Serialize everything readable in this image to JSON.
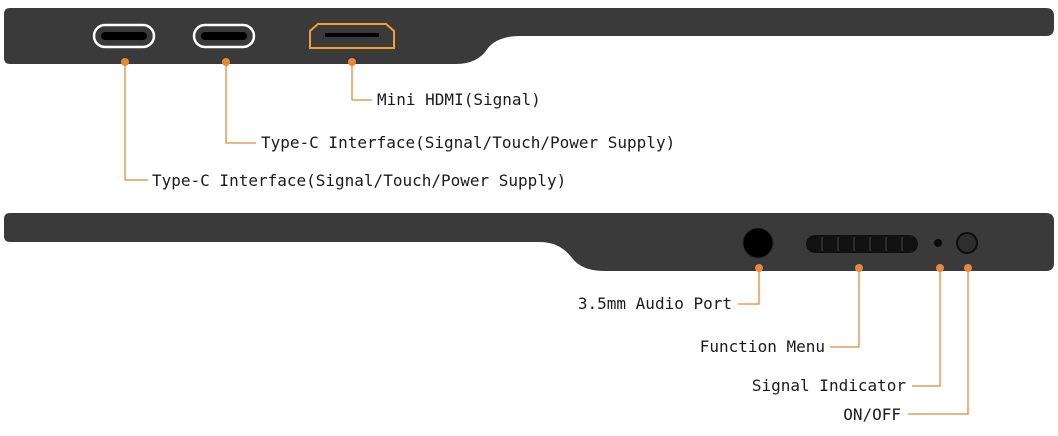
{
  "colors": {
    "device_body": "#3a3a3a",
    "port_outline": "#ffffff",
    "hdmi_outline": "#f0a030",
    "callout_line": "#e8883a",
    "callout_dot": "#e8883a",
    "text": "#1a1a1a"
  },
  "top_panel": {
    "labels": {
      "hdmi": "Mini HDMI(Signal)",
      "typec_2": "Type-C Interface(Signal/Touch/Power Supply)",
      "typec_1": "Type-C Interface(Signal/Touch/Power Supply)"
    },
    "icons": [
      "usb-c-port-icon",
      "usb-c-port-icon",
      "mini-hdmi-port-icon"
    ]
  },
  "bottom_panel": {
    "labels": {
      "audio": "3.5mm Audio Port",
      "menu": "Function Menu",
      "indicator": "Signal Indicator",
      "power": "ON/OFF"
    },
    "icons": [
      "audio-jack-icon",
      "scroll-wheel-icon",
      "led-indicator-icon",
      "power-button-icon"
    ]
  }
}
